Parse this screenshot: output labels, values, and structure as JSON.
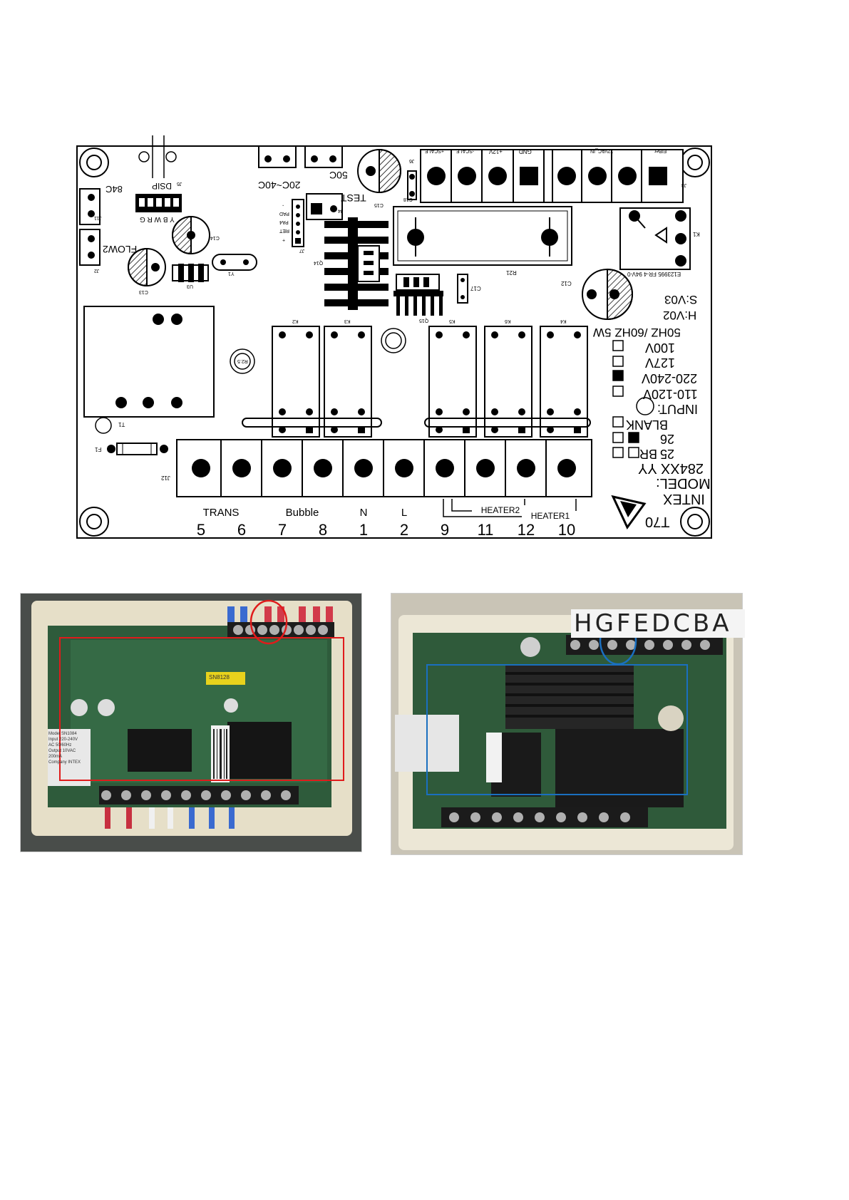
{
  "schematic": {
    "bottom_numbers": [
      "5",
      "6",
      "7",
      "8",
      "1",
      "2",
      "9",
      "11",
      "12",
      "10"
    ],
    "bottom_names": {
      "trans": "TRANS",
      "bubble": "Bubble",
      "n": "N",
      "l": "L",
      "heater2": "HEATER2",
      "heater1": "HEATER1"
    },
    "model_block": {
      "t70": "T70",
      "intex": "INTEX",
      "model": "MODEL:",
      "model_no": "284XX  YY",
      "opt25": "25",
      "opt_br": "BR",
      "opt26": "26",
      "blank": "BLANK",
      "input": "INPUT:",
      "v110": "110-120V",
      "v220": "220-240V",
      "v127": "127V",
      "v100": "100V",
      "hz": "50HZ /60HZ  5W",
      "hw": "H:V02",
      "sw": "S:V03"
    },
    "top_labels": {
      "j8_range": "20C~40C",
      "j9_50c": "50C",
      "test": "TEST",
      "c15": "C15",
      "c18": "C18",
      "j6": "J6",
      "j3": "J3",
      "j4": "J4",
      "j5": "J5",
      "j7": "J7",
      "j11": "J11",
      "j2": "J2",
      "84c": "84C",
      "flow2": "FLOW2",
      "dsip": "DSIP",
      "ywrg": "Y B W R G",
      "c14": "C14",
      "c13": "C13",
      "u3": "U3",
      "y1": "Y1",
      "q14": "Q14",
      "r21": "R21",
      "q15": "Q15",
      "c17": "C17",
      "c12": "C12",
      "k1": "K1",
      "k2": "K2",
      "k3": "K3",
      "k5": "K5",
      "k6": "K6",
      "k4": "K4",
      "t1": "T1",
      "f1": "F1",
      "j12": "J12",
      "r25": "R2.5",
      "cert": "E123995 FR-4  94V-0",
      "j3_pins": [
        "FIBer",
        "12VAC_IN",
        "GND",
        "+12V",
        "-SCALE",
        "+SCALE"
      ],
      "j7_pins": [
        "-",
        "PAD",
        "PA4",
        "RET",
        "+"
      ]
    }
  },
  "photo_right": {
    "letters": "HGFEDCBA"
  },
  "photo_left": {
    "chip_label": "SN8128",
    "transformer": "Model SN1084\nInput 220-240V\nAC 50/60Hz\nOutput 10VAC\n200mA\nCompany INTEX"
  },
  "colors": {
    "pcb_green": "#2f5a3a",
    "highlight_red": "#e01b1b",
    "highlight_blue": "#1a6fc0"
  }
}
